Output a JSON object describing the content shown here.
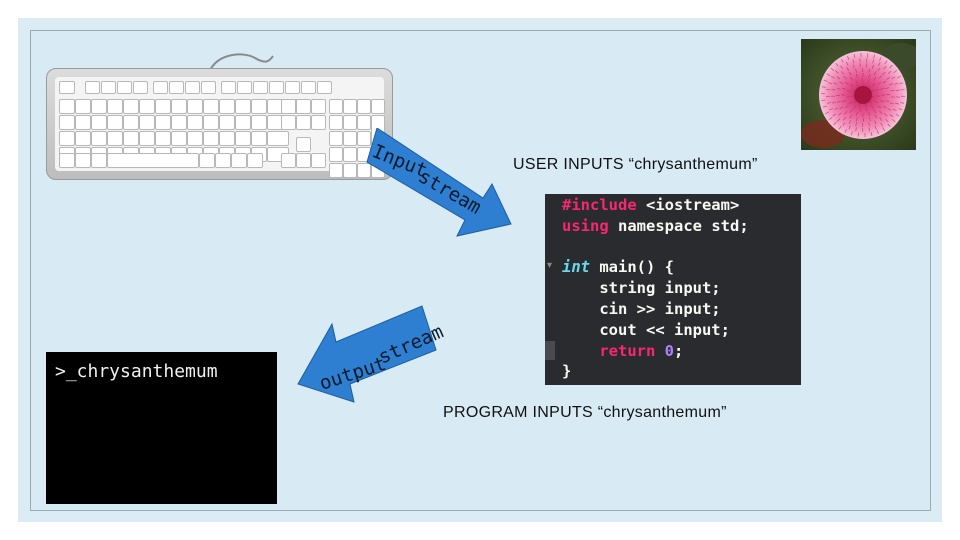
{
  "captions": {
    "user_inputs": "USER INPUTS “chrysanthemum”",
    "program_inputs": "PROGRAM INPUTS “chrysanthemum”"
  },
  "arrows": {
    "input_label_1": "Input",
    "input_label_2": "stream",
    "output_label_1": "output",
    "output_label_2": "stream",
    "color": "#2e7fd1"
  },
  "terminal": {
    "text": ">_chrysanthemum"
  },
  "code": {
    "line1_kw": "#include",
    "line1_rest": " <iostream>",
    "line2_kw": "using",
    "line2_rest": " namespace std;",
    "line3_type": "int",
    "line3_rest": " main() {",
    "line4": "    string input;",
    "line5": "    cin >> input;",
    "line6": "    cout << input;",
    "line7_kw": "    return",
    "line7_num": " 0",
    "line7_end": ";",
    "line8": "}"
  },
  "colors": {
    "keyword": "#f92672",
    "type": "#66d9ef",
    "number": "#ae81ff",
    "text": "#f8f8f2"
  }
}
